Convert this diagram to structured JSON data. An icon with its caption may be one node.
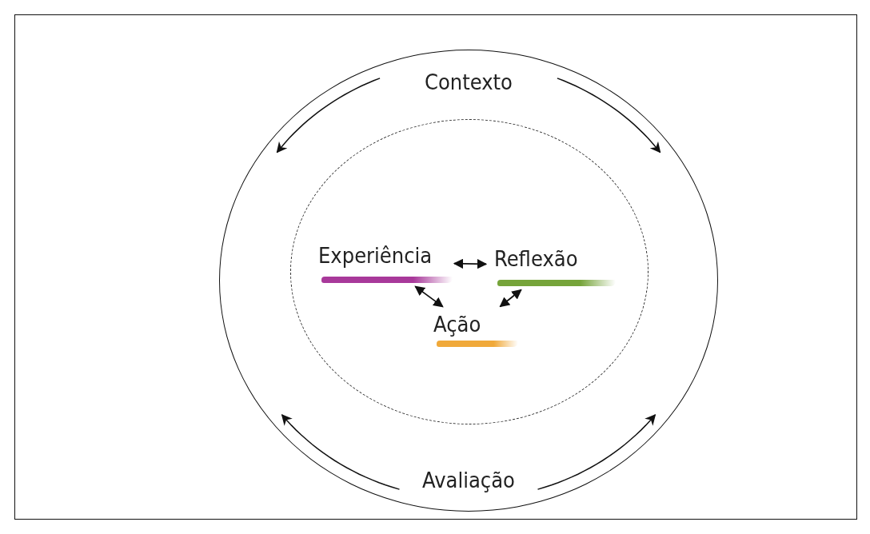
{
  "diagram": {
    "nodes": [
      {
        "text": [
          "Contexto",
          "Avaliação"
        ]
      },
      {
        "text": [],
        "shape": "circle",
        "in": 0
      },
      {
        "text": [
          "Experiência"
        ],
        "in": 1
      },
      {
        "text": [
          "Reflexão"
        ],
        "in": 1
      },
      {
        "text": [
          "Ação"
        ],
        "in": 1
      }
    ],
    "edges": [
      {
        "from": 2,
        "to": 3,
        "arrow": "both"
      },
      {
        "from": 2,
        "to": 4,
        "arrow": "both"
      },
      {
        "from": 3,
        "to": 4,
        "arrow": "both"
      }
    ]
  }
}
